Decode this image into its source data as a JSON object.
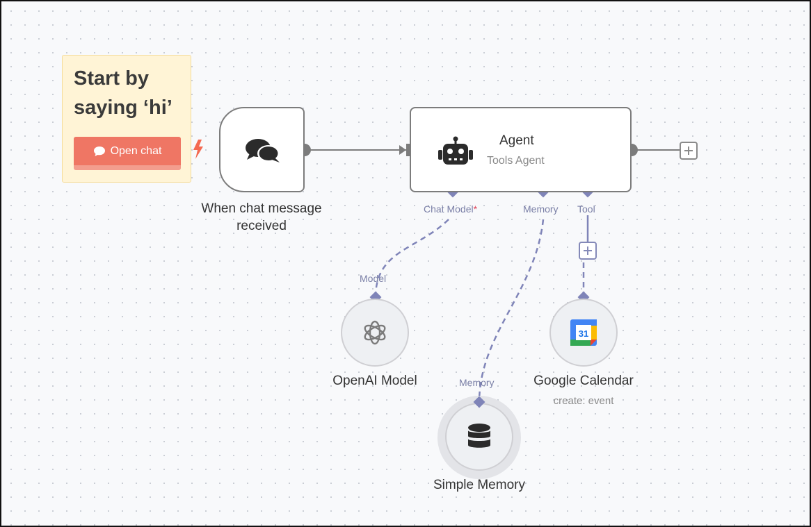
{
  "sticky": {
    "title_line1": "Start by",
    "title_line2": "saying ‘hi’",
    "button_label": "Open chat",
    "button_icon": "chat-bubble-icon"
  },
  "nodes": {
    "trigger": {
      "label_line1": "When chat message",
      "label_line2": "received",
      "icon": "chat-bubbles-icon"
    },
    "agent": {
      "title": "Agent",
      "subtitle": "Tools Agent",
      "icon": "robot-icon"
    },
    "openai": {
      "label": "OpenAI Model",
      "icon": "openai-logo-icon"
    },
    "memory": {
      "label": "Simple Memory",
      "icon": "database-icon"
    },
    "calendar": {
      "label": "Google Calendar",
      "sublabel": "create: event",
      "icon": "google-calendar-icon",
      "icon_text": "31"
    }
  },
  "ports": {
    "chat_model": "Chat Model",
    "chat_model_required": "*",
    "memory": "Memory",
    "tool": "Tool",
    "model_input": "Model",
    "memory_input": "Memory"
  },
  "colors": {
    "sticky_bg": "#fff4d6",
    "button": "#ef7664",
    "port": "#7f84b8",
    "node_border": "#7c7c7c",
    "required": "#e0455a"
  }
}
